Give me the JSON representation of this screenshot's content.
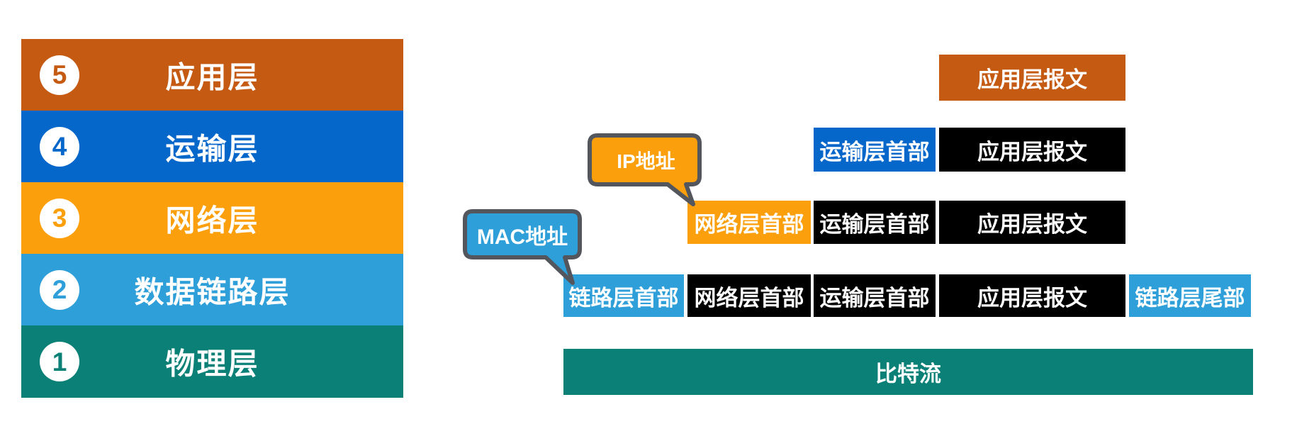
{
  "colors": {
    "application": "#C55A13",
    "transport": "#0667CB",
    "network": "#FC9F0C",
    "datalink": "#2E9FD8",
    "physical": "#0B8077",
    "payload_black": "#000000",
    "callout_border": "#53565C",
    "white": "#FFFFFF"
  },
  "layer_stack": {
    "items": [
      {
        "number": "5",
        "label": "应用层"
      },
      {
        "number": "4",
        "label": "运输层"
      },
      {
        "number": "3",
        "label": "网络层"
      },
      {
        "number": "2",
        "label": "数据链路层"
      },
      {
        "number": "1",
        "label": "物理层"
      }
    ]
  },
  "encapsulation": {
    "row1": {
      "segments": [
        {
          "label": "应用层报文"
        }
      ]
    },
    "row2": {
      "segments": [
        {
          "label": "运输层首部"
        },
        {
          "label": "应用层报文"
        }
      ]
    },
    "row3": {
      "segments": [
        {
          "label": "网络层首部"
        },
        {
          "label": "运输层首部"
        },
        {
          "label": "应用层报文"
        }
      ]
    },
    "row4": {
      "segments": [
        {
          "label": "链路层首部"
        },
        {
          "label": "网络层首部"
        },
        {
          "label": "运输层首部"
        },
        {
          "label": "应用层报文"
        },
        {
          "label": "链路层尾部"
        }
      ]
    },
    "row5": {
      "segments": [
        {
          "label": "比特流"
        }
      ]
    },
    "callouts": {
      "ip": {
        "label": "IP地址"
      },
      "mac": {
        "label": "MAC地址"
      }
    }
  }
}
